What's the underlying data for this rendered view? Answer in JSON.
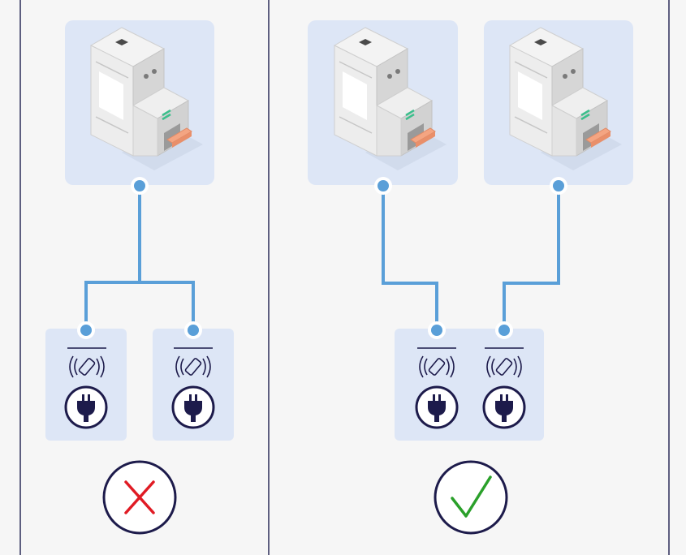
{
  "colors": {
    "background": "#f6f6f6",
    "panel_border": "#2b2d58",
    "card_fill": "#dde6f6",
    "wire": "#5a9fd8",
    "icon_navy": "#1d1b4b",
    "breaker_light": "#ececec",
    "breaker_mid": "#dadada",
    "breaker_dark": "#bdbdbd",
    "toggle": "#f4a582",
    "breaker_indicator": "#3cbf8c",
    "wrong_mark": "#e01b24",
    "right_mark": "#2aa02a"
  },
  "panels": [
    {
      "label": "incorrect",
      "breakers": [
        {
          "name": "breaker"
        }
      ],
      "sockets": [
        {
          "name": "socket-left"
        },
        {
          "name": "socket-right"
        }
      ],
      "verdict": {
        "type": "cross",
        "icon": "cross-icon"
      }
    },
    {
      "label": "correct",
      "breakers": [
        {
          "name": "breaker-left"
        },
        {
          "name": "breaker-right"
        }
      ],
      "sockets": [
        {
          "name": "socket-left"
        },
        {
          "name": "socket-right"
        }
      ],
      "verdict": {
        "type": "check",
        "icon": "check-icon"
      }
    }
  ],
  "socket_icons": [
    "wireless-signal-icon",
    "power-plug-icon"
  ]
}
